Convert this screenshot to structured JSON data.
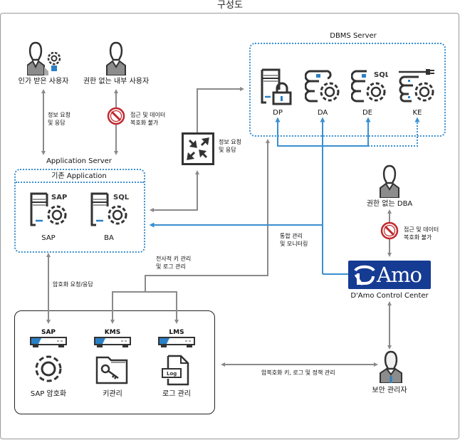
{
  "title": "구성도",
  "users": {
    "authorized": "인가 받은 사용자",
    "unauthorized_internal": "권한 없는 내부 사용자",
    "unauthorized_dba": "권한 없는 DBA",
    "security_admin": "보안 관리자"
  },
  "edges": {
    "authorized_req": [
      "정보 요청",
      "및 응답"
    ],
    "blocked_access_1": [
      "접근 및 데이터",
      "복호화 불가"
    ],
    "blocked_access_2": [
      "접근 및 데이터",
      "복호화 불가"
    ],
    "gateway_req": [
      "정보 요청",
      "및 응답"
    ],
    "integrated_mgmt": [
      "통합 관리",
      "및 모니터링"
    ],
    "enterprise_key": [
      "전사적 키 관리",
      "및 로그 관리"
    ],
    "encryption_req": "암호화 요청/응답",
    "admin_mgmt": "암복호화 키, 로그 및 정책 관리"
  },
  "dbms": {
    "title": "DBMS Server",
    "modules": [
      {
        "name": "DP",
        "icon": "server-lock-icon"
      },
      {
        "name": "DA",
        "icon": "database-gear-icon"
      },
      {
        "name": "DE",
        "icon": "database-gear-sql-icon",
        "tag": "SQL"
      },
      {
        "name": "KE",
        "icon": "database-gear-plug-icon"
      }
    ]
  },
  "app_server": {
    "title": "Application Server",
    "subtitle": "기존 Application",
    "modules": [
      {
        "name": "SAP",
        "tag": "SAP",
        "icon": "server-gear-icon"
      },
      {
        "name": "BA",
        "tag": "SQL",
        "icon": "server-gear-icon"
      }
    ]
  },
  "control_center": {
    "logo_text": "Amo",
    "name": "D'Amo Control Center",
    "brand_color": "#163b93"
  },
  "appliances": [
    {
      "tag": "SAP",
      "label": "SAP 암호화",
      "icon": "gear-icon"
    },
    {
      "tag": "KMS",
      "label": "키관리",
      "icon": "key-folder-icon"
    },
    {
      "tag": "LMS",
      "label": "로그 관리",
      "icon": "log-file-icon",
      "doc_tag": "Log"
    }
  ],
  "colors": {
    "blue": "#3a8fd0",
    "gray_arrow": "#8a8a8a",
    "blocked_red": "#c0282d"
  }
}
